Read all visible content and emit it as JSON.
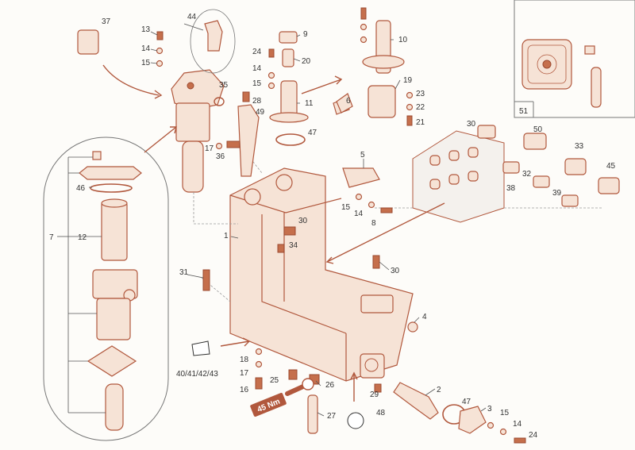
{
  "colors": {
    "part": "#b1583d",
    "part_fill": "#f6e3d6",
    "text": "#333333",
    "badge": "#b1583d"
  },
  "labels": {
    "l1": "1",
    "l2": "2",
    "l3": "3",
    "l4": "4",
    "l5": "5",
    "l6": "6",
    "l7": "7",
    "l8": "8",
    "l9": "9",
    "l10": "10",
    "l11": "11",
    "l12": "12",
    "l13": "13",
    "l14a": "14",
    "l14b": "14",
    "l14c": "14",
    "l14d": "14",
    "l15a": "15",
    "l15b": "15",
    "l15c": "15",
    "l15d": "15",
    "l16": "16",
    "l17a": "17",
    "l17b": "17",
    "l18": "18",
    "l19": "19",
    "l20": "20",
    "l21": "21",
    "l22": "22",
    "l23": "23",
    "l24a": "24",
    "l24b": "24",
    "l25": "25",
    "l26": "26",
    "l27": "27",
    "l28": "28",
    "l29": "29",
    "l30a": "30",
    "l30b": "30",
    "l30c": "30",
    "l31": "31",
    "l32": "32",
    "l33": "33",
    "l34": "34",
    "l35": "35",
    "l36": "36",
    "l37": "37",
    "l38": "38",
    "l39": "39",
    "l40": "40/41/42/43",
    "l44": "44",
    "l45": "45",
    "l46": "46",
    "l47a": "47",
    "l47b": "47",
    "l48": "48",
    "l49": "49",
    "l50": "50",
    "l51": "51"
  },
  "torque": "45 Nm"
}
